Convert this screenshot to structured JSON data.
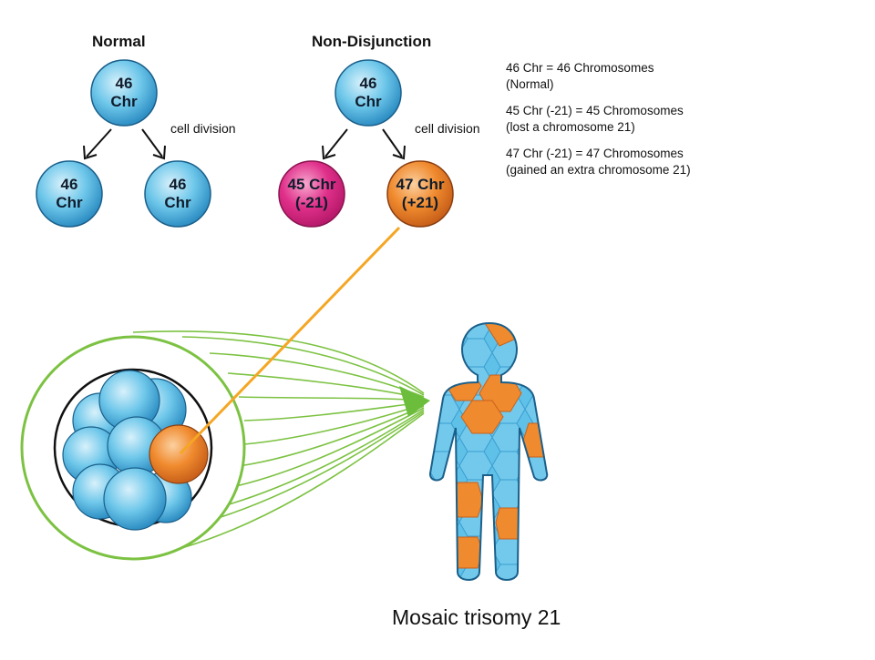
{
  "headings": {
    "normal": "Normal",
    "non_disjunction": "Non-Disjunction"
  },
  "arrow_labels": {
    "normal": "cell division",
    "non_disjunction": "cell division"
  },
  "cells": {
    "normal_parent": [
      "46",
      "Chr"
    ],
    "normal_child_left": [
      "46",
      "Chr"
    ],
    "normal_child_right": [
      "46",
      "Chr"
    ],
    "nd_parent": [
      "46",
      "Chr"
    ],
    "nd_child_left": [
      "45 Chr",
      "(-21)"
    ],
    "nd_child_right": [
      "47 Chr",
      "(+21)"
    ]
  },
  "legend": [
    {
      "line1": "46 Chr = 46 Chromosomes",
      "line2": "(Normal)"
    },
    {
      "line1": "45 Chr (-21) = 45 Chromosomes",
      "line2": "(lost a chromosome 21)"
    },
    {
      "line1": "47 Chr (-21) = 47 Chromosomes",
      "line2": "(gained an extra chromosome 21)"
    }
  ],
  "caption": "Mosaic trisomy 21",
  "colors": {
    "normal_cell": "#5fc1e8",
    "lost_cell": "#e0308a",
    "gained_cell": "#f08a2e",
    "green_lines": "#7cc242",
    "orange_line": "#f5a623"
  }
}
